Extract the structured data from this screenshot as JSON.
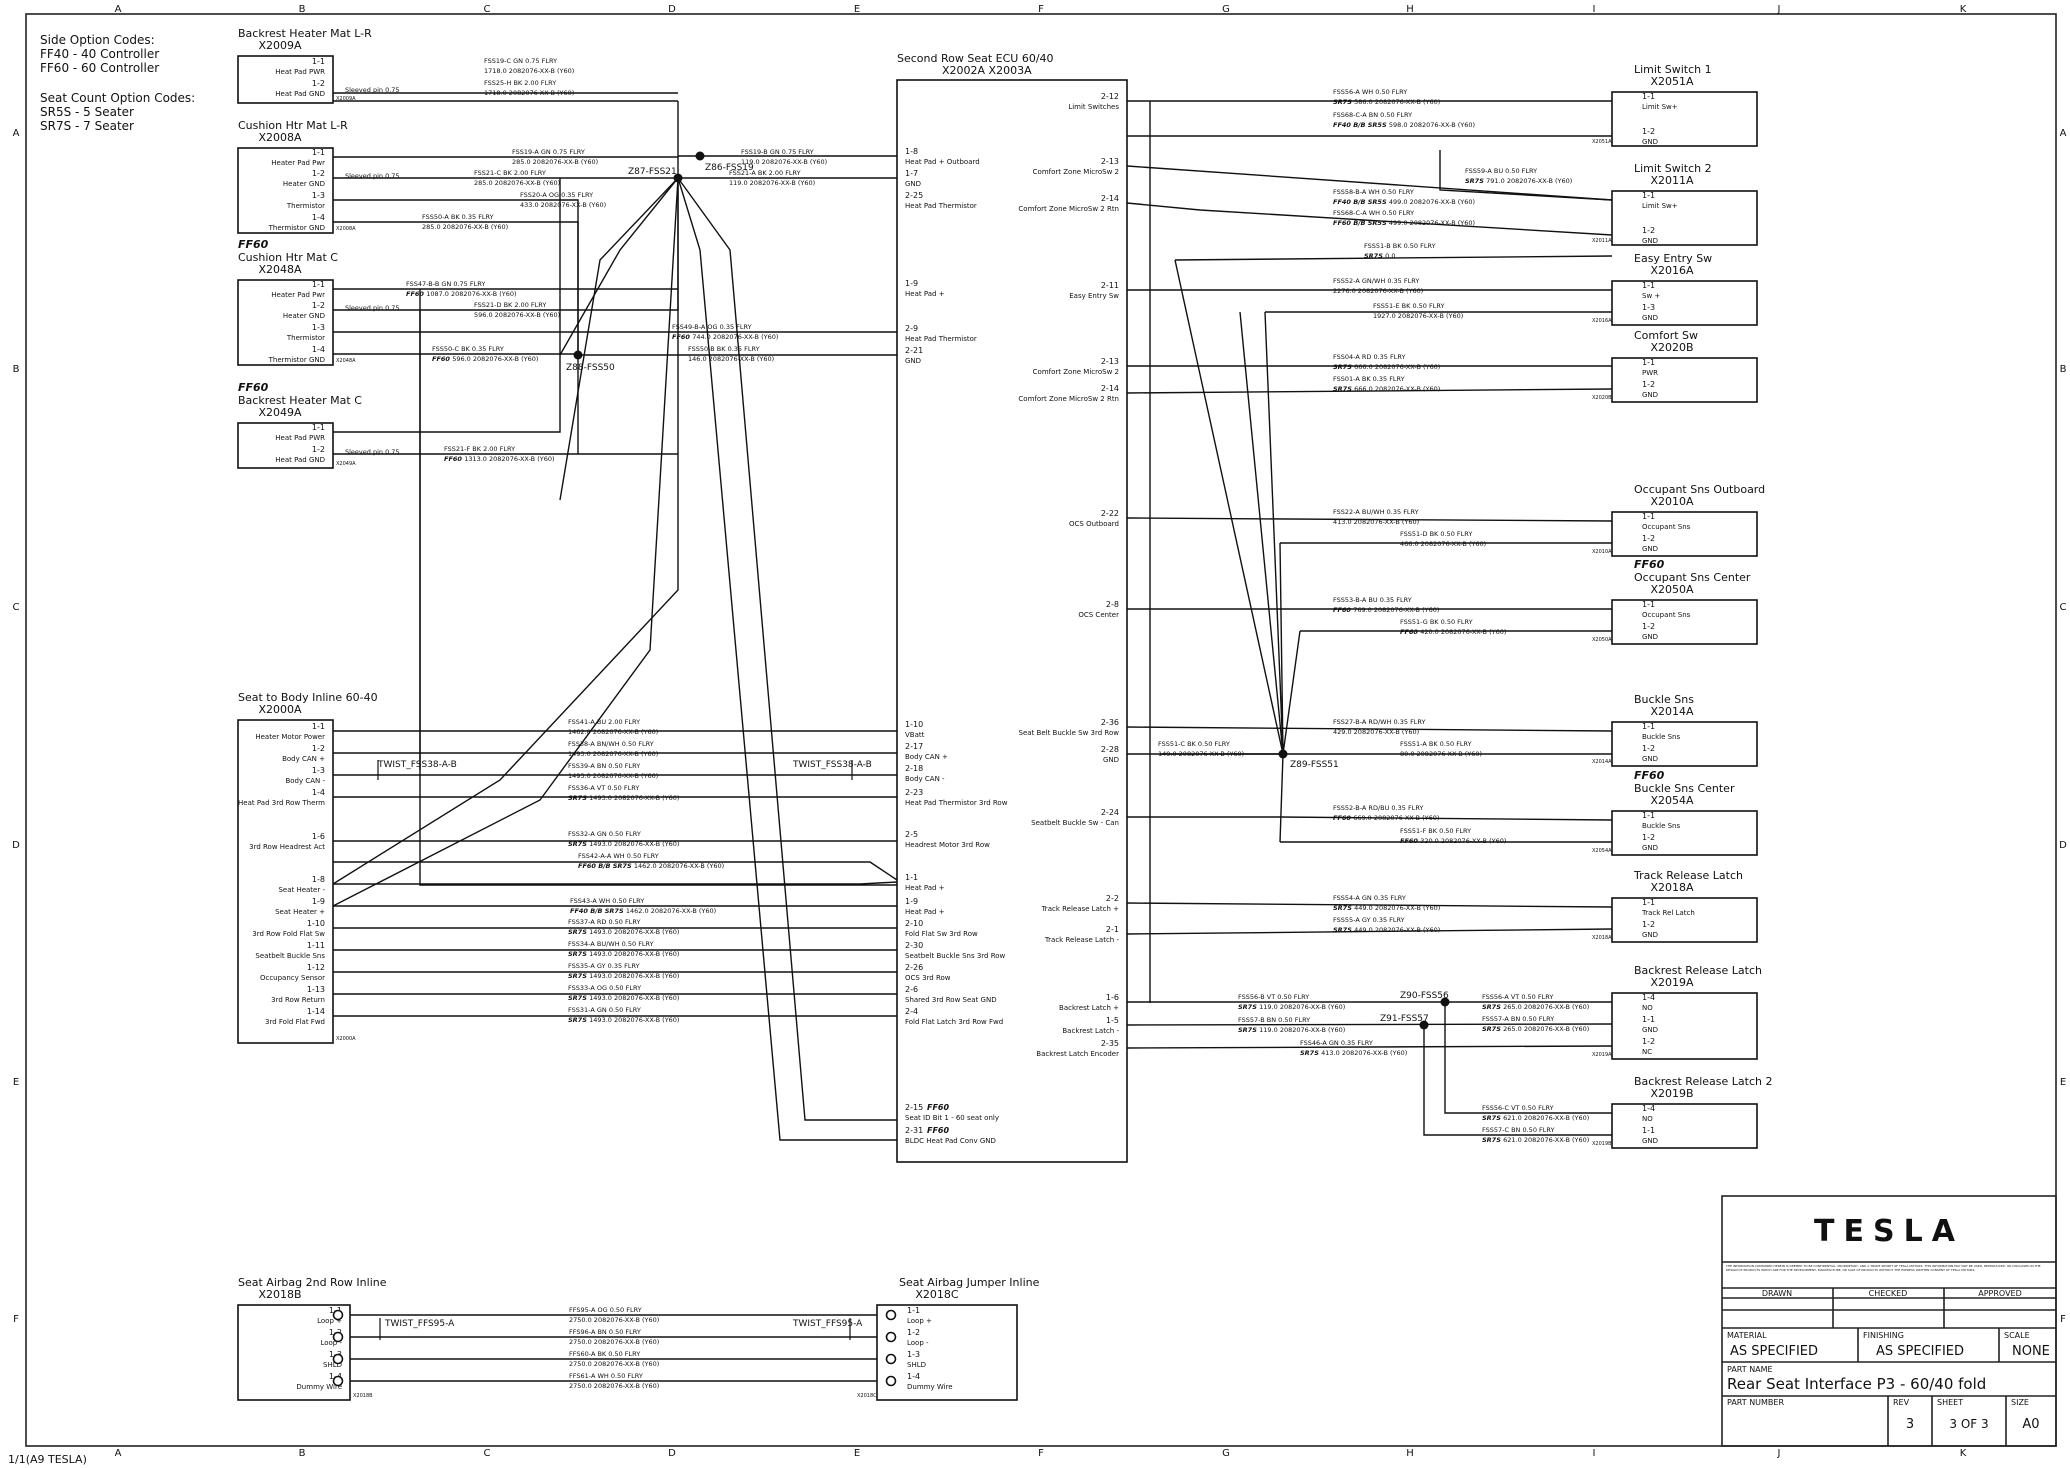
{
  "grid": {
    "columns": [
      "A",
      "B",
      "C",
      "D",
      "E",
      "F",
      "G",
      "H",
      "I",
      "J",
      "K"
    ],
    "rows": [
      "A",
      "B",
      "C",
      "D",
      "E",
      "F"
    ]
  },
  "page_tag": "1/1(A9 TESLA)",
  "option_notes": {
    "side_title": "Side Option Codes:",
    "side_codes": [
      "FF40 - 40 Controller",
      "FF60 - 60 Controller"
    ],
    "seat_title": "Seat Count Option Codes:",
    "seat_codes": [
      "SR5S - 5 Seater",
      "SR7S - 7 Seater"
    ]
  },
  "connectors": [
    {
      "key": "bh_lr",
      "name": "Backrest Heater Mat L-R",
      "id": "X2009A",
      "flag": "",
      "side": "left",
      "pins": [
        {
          "num": "1-1",
          "label": "Heat Pad PWR"
        },
        {
          "num": "1-2",
          "label": "Heat Pad GND"
        }
      ]
    },
    {
      "key": "ch_lr",
      "name": "Cushion Htr Mat L-R",
      "id": "X2008A",
      "flag": "",
      "side": "left",
      "pins": [
        {
          "num": "1-1",
          "label": "Heater Pad Pwr"
        },
        {
          "num": "1-2",
          "label": "Heater GND"
        },
        {
          "num": "1-3",
          "label": "Thermistor"
        },
        {
          "num": "1-4",
          "label": "Thermistor GND"
        }
      ]
    },
    {
      "key": "ch_c",
      "name": "Cushion Htr Mat C",
      "id": "X2048A",
      "flag": "FF60",
      "side": "left",
      "pins": [
        {
          "num": "1-1",
          "label": "Heater Pad Pwr"
        },
        {
          "num": "1-2",
          "label": "Heater GND"
        },
        {
          "num": "1-3",
          "label": "Thermistor"
        },
        {
          "num": "1-4",
          "label": "Thermistor GND"
        }
      ]
    },
    {
      "key": "bh_c",
      "name": "Backrest Heater Mat C",
      "id": "X2049A",
      "flag": "FF60",
      "side": "left",
      "pins": [
        {
          "num": "1-1",
          "label": "Heat Pad PWR"
        },
        {
          "num": "1-2",
          "label": "Heat Pad GND"
        }
      ]
    },
    {
      "key": "stb",
      "name": "Seat to Body Inline 60-40",
      "id": "X2000A",
      "flag": "",
      "side": "left",
      "pins": [
        {
          "num": "1-1",
          "label": "Heater Motor Power"
        },
        {
          "num": "1-2",
          "label": "Body CAN +"
        },
        {
          "num": "1-3",
          "label": "Body CAN -"
        },
        {
          "num": "1-4",
          "label": "Heat Pad 3rd Row Therm"
        },
        {
          "num": "1-6",
          "label": "3rd Row Headrest Act"
        },
        {
          "num": "1-8",
          "label": "Seat Heater -"
        },
        {
          "num": "1-9",
          "label": "Seat Heater +"
        },
        {
          "num": "1-10",
          "label": "3rd Row Fold Flat Sw"
        },
        {
          "num": "1-11",
          "label": "Seatbelt Buckle Sns"
        },
        {
          "num": "1-12",
          "label": "Occupancy Sensor"
        },
        {
          "num": "1-13",
          "label": "3rd Row Return"
        },
        {
          "num": "1-14",
          "label": "3rd Fold Flat Fwd"
        }
      ]
    },
    {
      "key": "ls1",
      "name": "Limit Switch 1",
      "id": "X2051A",
      "flag": "",
      "side": "right",
      "pins": [
        {
          "num": "1-1",
          "label": "Limit Sw+"
        },
        {
          "num": "1-2",
          "label": "GND"
        }
      ]
    },
    {
      "key": "ls2",
      "name": "Limit Switch 2",
      "id": "X2011A",
      "flag": "",
      "side": "right",
      "pins": [
        {
          "num": "1-1",
          "label": "Limit Sw+"
        },
        {
          "num": "1-2",
          "label": "GND"
        }
      ]
    },
    {
      "key": "ee",
      "name": "Easy Entry Sw",
      "id": "X2016A",
      "flag": "",
      "side": "right",
      "pins": [
        {
          "num": "1-1",
          "label": "Sw +"
        },
        {
          "num": "1-3",
          "label": "GND"
        }
      ]
    },
    {
      "key": "cs",
      "name": "Comfort Sw",
      "id": "X2020B",
      "flag": "",
      "side": "right",
      "pins": [
        {
          "num": "1-1",
          "label": "PWR"
        },
        {
          "num": "1-2",
          "label": "GND"
        }
      ]
    },
    {
      "key": "oso",
      "name": "Occupant Sns Outboard",
      "id": "X2010A",
      "flag": "",
      "side": "right",
      "pins": [
        {
          "num": "1-1",
          "label": "Occupant Sns"
        },
        {
          "num": "1-2",
          "label": "GND"
        }
      ]
    },
    {
      "key": "osc",
      "name": "Occupant Sns Center",
      "id": "X2050A",
      "flag": "FF60",
      "side": "right",
      "pins": [
        {
          "num": "1-1",
          "label": "Occupant Sns"
        },
        {
          "num": "1-2",
          "label": "GND"
        }
      ]
    },
    {
      "key": "bs",
      "name": "Buckle Sns",
      "id": "X2014A",
      "flag": "",
      "side": "right",
      "pins": [
        {
          "num": "1-1",
          "label": "Buckle Sns"
        },
        {
          "num": "1-2",
          "label": "GND"
        }
      ]
    },
    {
      "key": "bsc",
      "name": "Buckle Sns Center",
      "id": "X2054A",
      "flag": "FF60",
      "side": "right",
      "pins": [
        {
          "num": "1-1",
          "label": "Buckle Sns"
        },
        {
          "num": "1-2",
          "label": "GND"
        }
      ]
    },
    {
      "key": "trl",
      "name": "Track Release Latch",
      "id": "X2018A",
      "flag": "",
      "side": "right",
      "pins": [
        {
          "num": "1-1",
          "label": "Track Rel Latch"
        },
        {
          "num": "1-2",
          "label": "GND"
        }
      ]
    },
    {
      "key": "brl",
      "name": "Backrest Release Latch",
      "id": "X2019A",
      "flag": "",
      "side": "right",
      "pins": [
        {
          "num": "1-4",
          "label": "NO"
        },
        {
          "num": "1-1",
          "label": "GND"
        },
        {
          "num": "1-2",
          "label": "NC"
        }
      ]
    },
    {
      "key": "brl2",
      "name": "Backrest Release Latch 2",
      "id": "X2019B",
      "flag": "",
      "side": "right",
      "pins": [
        {
          "num": "1-4",
          "label": "NO"
        },
        {
          "num": "1-1",
          "label": "GND"
        }
      ]
    },
    {
      "key": "sa2",
      "name": "Seat Airbag 2nd Row Inline",
      "id": "X2018B",
      "flag": "",
      "side": "left",
      "pins": [
        {
          "num": "1-1",
          "label": "Loop +"
        },
        {
          "num": "1-2",
          "label": "Loop -"
        },
        {
          "num": "1-3",
          "label": "SHLD"
        },
        {
          "num": "1-4",
          "label": "Dummy Wire"
        }
      ]
    },
    {
      "key": "saj",
      "name": "Seat Airbag Jumper Inline",
      "id": "X2018C",
      "flag": "",
      "side": "right",
      "pins": [
        {
          "num": "1-1",
          "label": "Loop +"
        },
        {
          "num": "1-2",
          "label": "Loop -"
        },
        {
          "num": "1-3",
          "label": "SHLD"
        },
        {
          "num": "1-4",
          "label": "Dummy Wire"
        }
      ]
    }
  ],
  "ecu": {
    "name": "Second Row Seat ECU 60/40",
    "id": "X2002A  X2003A",
    "left_pins": [
      {
        "num": "1-8",
        "label": "Heat Pad + Outboard"
      },
      {
        "num": "1-7",
        "label": "GND"
      },
      {
        "num": "2-25",
        "label": "Heat Pad Thermistor"
      },
      {
        "num": "1-9",
        "label": "Heat Pad +"
      },
      {
        "num": "2-9",
        "label": "Heat Pad Thermistor"
      },
      {
        "num": "2-21",
        "label": "GND"
      },
      {
        "num": "1-10",
        "label": "VBatt"
      },
      {
        "num": "2-17",
        "label": "Body CAN +"
      },
      {
        "num": "2-18",
        "label": "Body CAN -"
      },
      {
        "num": "2-23",
        "label": "Heat Pad Thermistor 3rd Row"
      },
      {
        "num": "2-5",
        "label": "Headrest Motor 3rd Row"
      },
      {
        "num": "1-1",
        "label": "Heat Pad +"
      },
      {
        "num": "1-9",
        "label": "Heat Pad +"
      },
      {
        "num": "2-10",
        "label": "Fold Flat Sw 3rd Row"
      },
      {
        "num": "2-30",
        "label": "Seatbelt Buckle Sns 3rd Row"
      },
      {
        "num": "2-26",
        "label": "OCS 3rd Row"
      },
      {
        "num": "2-6",
        "label": "Shared 3rd Row Seat GND"
      },
      {
        "num": "2-4",
        "label": "Fold Flat Latch 3rd Row Fwd"
      },
      {
        "num": "2-15",
        "label": "Seat ID Bit 1 - 60 seat only",
        "flag": "FF60"
      },
      {
        "num": "2-31",
        "label": "BLDC Heat Pad Conv GND",
        "flag": "FF60"
      }
    ],
    "right_pins": [
      {
        "num": "2-12",
        "label": "Limit Switches"
      },
      {
        "num": "2-13",
        "label": "Comfort Zone MicroSw 2"
      },
      {
        "num": "2-14",
        "label": "Comfort Zone MicroSw 2 Rtn"
      },
      {
        "num": "2-11",
        "label": "Easy Entry Sw"
      },
      {
        "num": "2-13",
        "label": "Comfort Zone MicroSw 2"
      },
      {
        "num": "2-14",
        "label": "Comfort Zone MicroSw 2 Rtn"
      },
      {
        "num": "2-22",
        "label": "OCS Outboard"
      },
      {
        "num": "2-8",
        "label": "OCS Center"
      },
      {
        "num": "2-36",
        "label": "Seat Belt Buckle Sw 3rd Row"
      },
      {
        "num": "2-28",
        "label": "GND"
      },
      {
        "num": "2-24",
        "label": "Seatbelt Buckle Sw - Can"
      },
      {
        "num": "2-2",
        "label": "Track Release Latch +"
      },
      {
        "num": "2-1",
        "label": "Track Release Latch -"
      },
      {
        "num": "1-6",
        "label": "Backrest Latch +"
      },
      {
        "num": "1-5",
        "label": "Backrest Latch -"
      },
      {
        "num": "2-35",
        "label": "Backrest Latch Encoder"
      }
    ]
  },
  "wires": [
    {
      "code": "FSS19-C",
      "spec": "GN  0.75  FLRY",
      "info": "1718.0  2082076-XX-B (Y60)",
      "flag": ""
    },
    {
      "code": "FSS25-H",
      "spec": "BK  2.00  FLRY",
      "info": "1718.0  2082076-XX-B (Y60)",
      "flag": ""
    },
    {
      "code": "FSS19-A",
      "spec": "GN  0.75  FLRY",
      "info": "285.0  2082076-XX-B (Y60)",
      "flag": ""
    },
    {
      "code": "FSS21-C",
      "spec": "BK  2.00  FLRY",
      "info": "285.0  2082076-XX-B (Y60)",
      "flag": ""
    },
    {
      "code": "FSS20-A",
      "spec": "OG  0.35  FLRY",
      "info": "433.0  2082076-XX-B (Y60)",
      "flag": ""
    },
    {
      "code": "FSS50-A",
      "spec": "BK  0.35  FLRY",
      "info": "285.0  2082076-XX-B (Y60)",
      "flag": ""
    },
    {
      "code": "FSS19-B",
      "spec": "GN  0.75  FLRY",
      "info": "119.0  2082076-XX-B (Y60)",
      "flag": ""
    },
    {
      "code": "FSS21-A",
      "spec": "BK  2.00  FLRY",
      "info": "119.0  2082076-XX-B (Y60)",
      "flag": ""
    },
    {
      "code": "FSS47-B-B",
      "spec": "GN  0.75  FLRY",
      "info": "1087.0  2082076-XX-B (Y60)",
      "flag": "FF60"
    },
    {
      "code": "FSS21-D",
      "spec": "BK  2.00  FLRY",
      "info": "596.0  2082076-XX-B (Y60)",
      "flag": ""
    },
    {
      "code": "FSS50-C",
      "spec": "BK  0.35  FLRY",
      "info": "596.0  2082076-XX-B (Y60)",
      "flag": "FF60"
    },
    {
      "code": "FSS49-B-A",
      "spec": "OG  0.35  FLRY",
      "info": "744.0  2082076-XX-B (Y60)",
      "flag": "FF60"
    },
    {
      "code": "FSS50-B",
      "spec": "BK  0.35  FLRY",
      "info": "146.0  2082076-XX-B (Y60)",
      "flag": ""
    },
    {
      "code": "FSS21-F",
      "spec": "BK  2.00  FLRY",
      "info": "1313.0  2082076-XX-B (Y60)",
      "flag": "FF60"
    },
    {
      "code": "FSS41-A",
      "spec": "BU  2.00  FLRY",
      "info": "1462.0  2082076-XX-B (Y60)",
      "flag": ""
    },
    {
      "code": "FSS38-A",
      "spec": "BN/WH  0.50  FLRY",
      "info": "1493.0  2082076-XX-B (Y60)",
      "flag": ""
    },
    {
      "code": "FSS39-A",
      "spec": "BN  0.50  FLRY",
      "info": "1493.0  2082076-XX-B (Y60)",
      "flag": ""
    },
    {
      "code": "FSS36-A",
      "spec": "VT  0.50  FLRY",
      "info": "1493.0  2082076-XX-B (Y60)",
      "flag": "SR7S"
    },
    {
      "code": "FSS32-A",
      "spec": "GN  0.50  FLRY",
      "info": "1493.0  2082076-XX-B (Y60)",
      "flag": "SR7S"
    },
    {
      "code": "FSS42-A-A",
      "spec": "WH  0.50  FLRY",
      "info": "1462.0  2082076-XX-B (Y60)",
      "flag": "FF60 B/B SR7S"
    },
    {
      "code": "FSS43-A",
      "spec": "WH  0.50  FLRY",
      "info": "1462.0  2082076-XX-B (Y60)",
      "flag": "FF40 B/B SR7S"
    },
    {
      "code": "FSS37-A",
      "spec": "RD  0.50  FLRY",
      "info": "1493.0  2082076-XX-B (Y60)",
      "flag": "SR7S"
    },
    {
      "code": "FSS34-A",
      "spec": "BU/WH  0.50  FLRY",
      "info": "1493.0  2082076-XX-B (Y60)",
      "flag": "SR7S"
    },
    {
      "code": "FSS35-A",
      "spec": "GY  0.35  FLRY",
      "info": "1493.0  2082076-XX-B (Y60)",
      "flag": "SR7S"
    },
    {
      "code": "FSS33-A",
      "spec": "OG  0.50  FLRY",
      "info": "1493.0  2082076-XX-B (Y60)",
      "flag": "SR7S"
    },
    {
      "code": "FSS31-A",
      "spec": "GN  0.50  FLRY",
      "info": "1493.0  2082076-XX-B (Y60)",
      "flag": "SR7S"
    },
    {
      "code": "FSS56-A",
      "spec": "WH  0.50  FLRY",
      "info": "586.0  2082076-XX-B (Y60)",
      "flag": "SR7S"
    },
    {
      "code": "FSS68-C-A",
      "spec": "BN  0.50  FLRY",
      "info": "598.0  2082076-XX-B (Y60)",
      "flag": "FF40 B/B SR5S"
    },
    {
      "code": "FSS59-A",
      "spec": "BU  0.50  FLRY",
      "info": "791.0  2082076-XX-B (Y60)",
      "flag": "SR7S"
    },
    {
      "code": "FSS58-B-A",
      "spec": "WH  0.50  FLRY",
      "info": "499.0  2082076-XX-B (Y60)",
      "flag": "FF40 B/B SR5S"
    },
    {
      "code": "FSS68-C-A",
      "spec": "WH  0.50  FLRY",
      "info": "499.0  2082076-XX-B (Y60)",
      "flag": "FF60 B/B SR5S"
    },
    {
      "code": "FSS51-B",
      "spec": "BK  0.50  FLRY",
      "info": "0.0",
      "flag": "SR7S"
    },
    {
      "code": "FSS52-A",
      "spec": "GN/WH  0.35  FLRY",
      "info": "2276.0  2082076-XX-B (Y60)",
      "flag": ""
    },
    {
      "code": "FSS51-E",
      "spec": "BK  0.50  FLRY",
      "info": "1927.0  2082076-XX-B (Y60)",
      "flag": ""
    },
    {
      "code": "FSS04-A",
      "spec": "RD  0.35  FLRY",
      "info": "666.0  2082076-XX-B (Y60)",
      "flag": "SR7S"
    },
    {
      "code": "FSS01-A",
      "spec": "BK  0.35  FLRY",
      "info": "666.0  2082076-XX-B (Y60)",
      "flag": "SR7S"
    },
    {
      "code": "FSS22-A",
      "spec": "BU/WH  0.35  FLRY",
      "info": "413.0  2082076-XX-B (Y60)",
      "flag": ""
    },
    {
      "code": "FSS51-D",
      "spec": "BK  0.50  FLRY",
      "info": "466.0  2082076-XX-B (Y60)",
      "flag": ""
    },
    {
      "code": "FSS53-B-A",
      "spec": "BU  0.35  FLRY",
      "info": "769.0  2082076-XX-B (Y60)",
      "flag": "FF60"
    },
    {
      "code": "FSS51-G",
      "spec": "BK  0.50  FLRY",
      "info": "420.0  2082076-XX-B (Y60)",
      "flag": "FF60"
    },
    {
      "code": "FSS27-B-A",
      "spec": "RD/WH  0.35  FLRY",
      "info": "429.0  2082076-XX-B (Y60)",
      "flag": ""
    },
    {
      "code": "FSS51-C",
      "spec": "BK  0.50  FLRY",
      "info": "149.0  2082076-XX-B (Y60)",
      "flag": ""
    },
    {
      "code": "FSS51-A",
      "spec": "BK  0.50  FLRY",
      "info": "80.0  2082076-XX-B (Y60)",
      "flag": ""
    },
    {
      "code": "FSS52-B-A",
      "spec": "RD/BU  0.35  FLRY",
      "info": "669.0  2082076-XX-B (Y60)",
      "flag": "FF60"
    },
    {
      "code": "FSS51-F",
      "spec": "BK  0.50  FLRY",
      "info": "320.0  2082076-XX-B (Y60)",
      "flag": "FF60"
    },
    {
      "code": "FSS54-A",
      "spec": "GN  0.35  FLRY",
      "info": "449.0  2082076-XX-B (Y60)",
      "flag": "SR7S"
    },
    {
      "code": "FSS55-A",
      "spec": "GY  0.35  FLRY",
      "info": "449.0  2082076-XX-B (Y60)",
      "flag": "SR7S"
    },
    {
      "code": "FSS56-B",
      "spec": "VT  0.50  FLRY",
      "info": "119.0  2082076-XX-B (Y60)",
      "flag": "SR7S"
    },
    {
      "code": "FSS57-B",
      "spec": "BN  0.50  FLRY",
      "info": "119.0  2082076-XX-B (Y60)",
      "flag": "SR7S"
    },
    {
      "code": "FSS46-A",
      "spec": "GN  0.35  FLRY",
      "info": "413.0  2082076-XX-B (Y60)",
      "flag": "SR7S"
    },
    {
      "code": "FSS56-A",
      "spec": "VT  0.50  FLRY",
      "info": "265.0  2082076-XX-B (Y60)",
      "flag": "SR7S"
    },
    {
      "code": "FSS57-A",
      "spec": "BN  0.50  FLRY",
      "info": "265.0  2082076-XX-B (Y60)",
      "flag": "SR7S"
    },
    {
      "code": "FSS56-C",
      "spec": "VT  0.50  FLRY",
      "info": "621.0  2082076-XX-B (Y60)",
      "flag": "SR7S"
    },
    {
      "code": "FSS57-C",
      "spec": "BN  0.50  FLRY",
      "info": "621.0  2082076-XX-B (Y60)",
      "flag": "SR7S"
    },
    {
      "code": "FFS95-A",
      "spec": "OG  0.50  FLRY",
      "info": "2750.0  2082076-XX-B (Y60)",
      "flag": ""
    },
    {
      "code": "FFS96-A",
      "spec": "BN  0.50  FLRY",
      "info": "2750.0  2082076-XX-B (Y60)",
      "flag": ""
    },
    {
      "code": "FFS60-A",
      "spec": "BK  0.50  FLRY",
      "info": "2750.0  2082076-XX-B (Y60)",
      "flag": ""
    },
    {
      "code": "FFS61-A",
      "spec": "WH  0.50  FLRY",
      "info": "2750.0  2082076-XX-B (Y60)",
      "flag": ""
    }
  ],
  "splices": [
    "Z87-FSS21",
    "Z86-FSS19",
    "Z88-FSS50",
    "Z89-FSS51",
    "Z90-FSS56",
    "Z91-FSS57"
  ],
  "twists": [
    "TWIST_FSS38-A-B",
    "TWIST_FSS38-A-B",
    "TWIST_FFS95-A",
    "TWIST_FFS95-A"
  ],
  "notes": {
    "sleeve": "Sleeved pin 0.75"
  },
  "title_block": {
    "brand": "TESLA",
    "disclaimer": "THE INFORMATION CONTAINED HEREIN IS DEEMED TO BE CONFIDENTIAL, PROPRIETARY, AND A TRADE SECRET OF TESLA MOTORS. THIS INFORMATION MAY NOT BE USED, REPRODUCED, OR DISCLOSED IN THE DESIGN OF PRODUCTS WHICH ARE FOR THE DEVELOPMENT, MANUFACTURE, OR SALE OF PRODUCTS WITHOUT THE EXPRESS WRITTEN CONSENT OF TESLA MOTORS.",
    "drawn_label": "DRAWN",
    "checked_label": "CHECKED",
    "approved_label": "APPROVED",
    "material_label": "MATERIAL",
    "material": "AS SPECIFIED",
    "finishing_label": "FINISHING",
    "finishing": "AS SPECIFIED",
    "scale_label": "SCALE",
    "scale": "NONE",
    "part_name_label": "PART NAME",
    "part_name": "Rear Seat Interface P3 - 60/40 fold",
    "part_number_label": "PART NUMBER",
    "rev_label": "REV",
    "rev": "3",
    "sheet_label": "SHEET",
    "sheet": "3 OF 3",
    "size_label": "SIZE",
    "size": "A0"
  }
}
